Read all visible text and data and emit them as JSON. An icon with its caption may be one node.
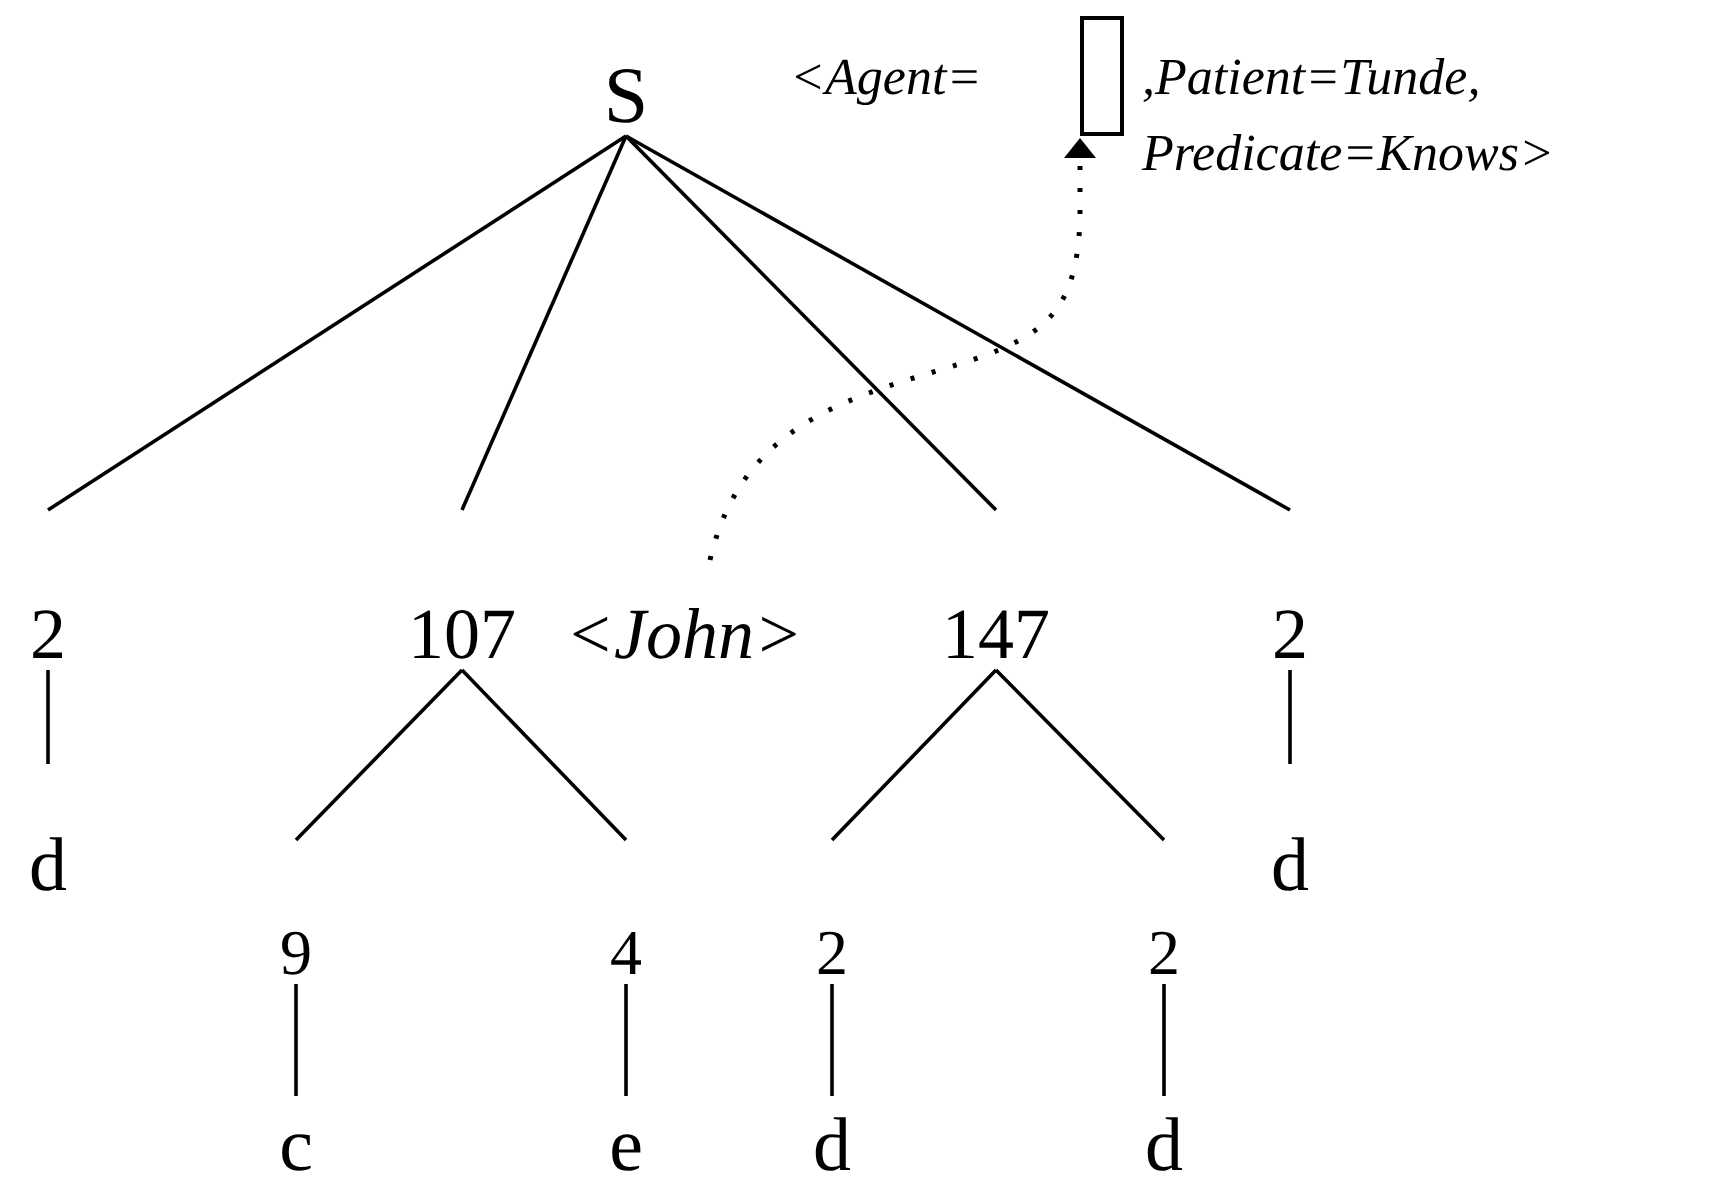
{
  "diagram": {
    "nodes": [
      {
        "text": [
          "S"
        ]
      },
      {
        "text": [
          "2"
        ]
      },
      {
        "text": [
          "107"
        ]
      },
      {
        "text": [
          "<John>"
        ]
      },
      {
        "text": [
          "147"
        ]
      },
      {
        "text": [
          "2"
        ]
      },
      {
        "text": [
          "d"
        ]
      },
      {
        "text": [
          "9"
        ]
      },
      {
        "text": [
          "4"
        ]
      },
      {
        "text": [
          "2"
        ]
      },
      {
        "text": [
          "2"
        ]
      },
      {
        "text": [
          "d"
        ]
      },
      {
        "text": [
          "c"
        ]
      },
      {
        "text": [
          "e"
        ]
      },
      {
        "text": [
          "d"
        ]
      },
      {
        "text": [
          "d"
        ]
      },
      {
        "text": [
          "<Agent=",
          ",Patient=Tunde, Predicate=Knows>"
        ]
      },
      {
        "text": [],
        "shape": "box",
        "in": 16
      }
    ],
    "edges": [
      {
        "from": 0,
        "to": 1,
        "arrow": "none"
      },
      {
        "from": 0,
        "to": 2,
        "arrow": "none"
      },
      {
        "from": 0,
        "to": 4,
        "arrow": "none"
      },
      {
        "from": 0,
        "to": 5,
        "arrow": "none"
      },
      {
        "from": 1,
        "to": 6,
        "arrow": "none"
      },
      {
        "from": 2,
        "to": 7,
        "arrow": "none"
      },
      {
        "from": 2,
        "to": 8,
        "arrow": "none"
      },
      {
        "from": 4,
        "to": 9,
        "arrow": "none"
      },
      {
        "from": 4,
        "to": 10,
        "arrow": "none"
      },
      {
        "from": 5,
        "to": 11,
        "arrow": "none"
      },
      {
        "from": 7,
        "to": 12,
        "arrow": "none"
      },
      {
        "from": 8,
        "to": 13,
        "arrow": "none"
      },
      {
        "from": 9,
        "to": 14,
        "arrow": "none"
      },
      {
        "from": 10,
        "to": 15,
        "arrow": "none"
      },
      {
        "from": 3,
        "to": 17,
        "arrow": "to",
        "style": "dashed"
      }
    ]
  }
}
